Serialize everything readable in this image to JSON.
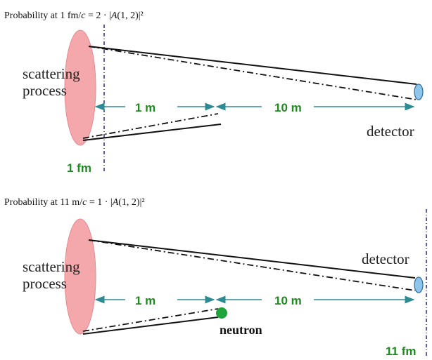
{
  "panel_top": {
    "caption": "Probability at 1 fm/c = 2 · |A(1, 2)|²",
    "caption_parts": [
      "Probability at 1 fm/",
      "c",
      " = 2 · |",
      "A",
      "(1, 2)|²"
    ],
    "scattering_label_line1": "scattering",
    "scattering_label_line2": "process",
    "distance_1m": "1 m",
    "distance_10m": "10 m",
    "detector_label": "detector",
    "time_label": "1 fm"
  },
  "panel_bottom": {
    "caption": "Probability at 11 m/c = 1 · |A(1, 2)|²",
    "caption_parts": [
      "Probability at 11 m/",
      "c",
      " = 1 · |",
      "A",
      "(1, 2)|²"
    ],
    "scattering_label_line1": "scattering",
    "scattering_label_line2": "process",
    "distance_1m": "1 m",
    "distance_10m": "10 m",
    "detector_label": "detector",
    "neutron_label": "neutron",
    "time_label": "11 fm"
  },
  "colors": {
    "scattering_fill": "#f4a8ac",
    "scattering_stroke": "#e58a90",
    "detector_fill": "#8ec5ea",
    "detector_stroke": "#2f6f9f",
    "arrow": "#2e8b92",
    "green_text": "#1f8a1f",
    "neutron": "#1fa33a",
    "time_line": "#1a1a80"
  }
}
